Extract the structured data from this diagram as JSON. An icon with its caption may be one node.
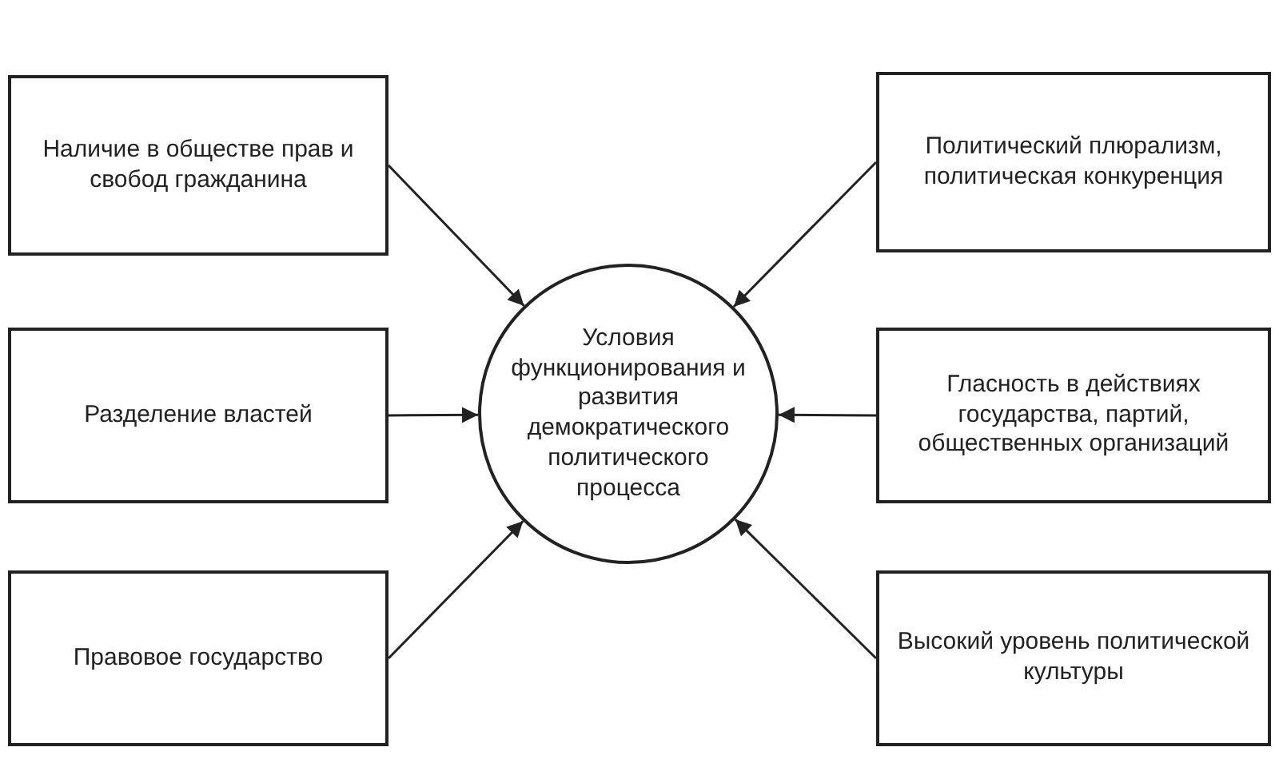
{
  "diagram": {
    "nodes": [
      {
        "text": [
          "Наличие в обществе прав и свобод гражданина"
        ]
      },
      {
        "text": [
          "Политический плюрализм, политическая конкуренция"
        ]
      },
      {
        "text": [
          "Разделение властей"
        ]
      },
      {
        "text": [
          "Условия функционирования и развития демократического политического процесса"
        ]
      },
      {
        "text": [
          "Гласность в действиях государства, партий, общественных организаций"
        ]
      },
      {
        "text": [
          "Правовое государство"
        ]
      },
      {
        "text": [
          "Высокий уровень политической культуры"
        ]
      }
    ],
    "edges": [
      {
        "from": 0,
        "to": 3,
        "arrow": "to"
      },
      {
        "from": 1,
        "to": 3,
        "arrow": "to"
      },
      {
        "from": 2,
        "to": 3,
        "arrow": "to"
      },
      {
        "from": 4,
        "to": 3,
        "arrow": "to"
      },
      {
        "from": 5,
        "to": 3,
        "arrow": "to"
      },
      {
        "from": 6,
        "to": 3,
        "arrow": "to"
      }
    ]
  }
}
